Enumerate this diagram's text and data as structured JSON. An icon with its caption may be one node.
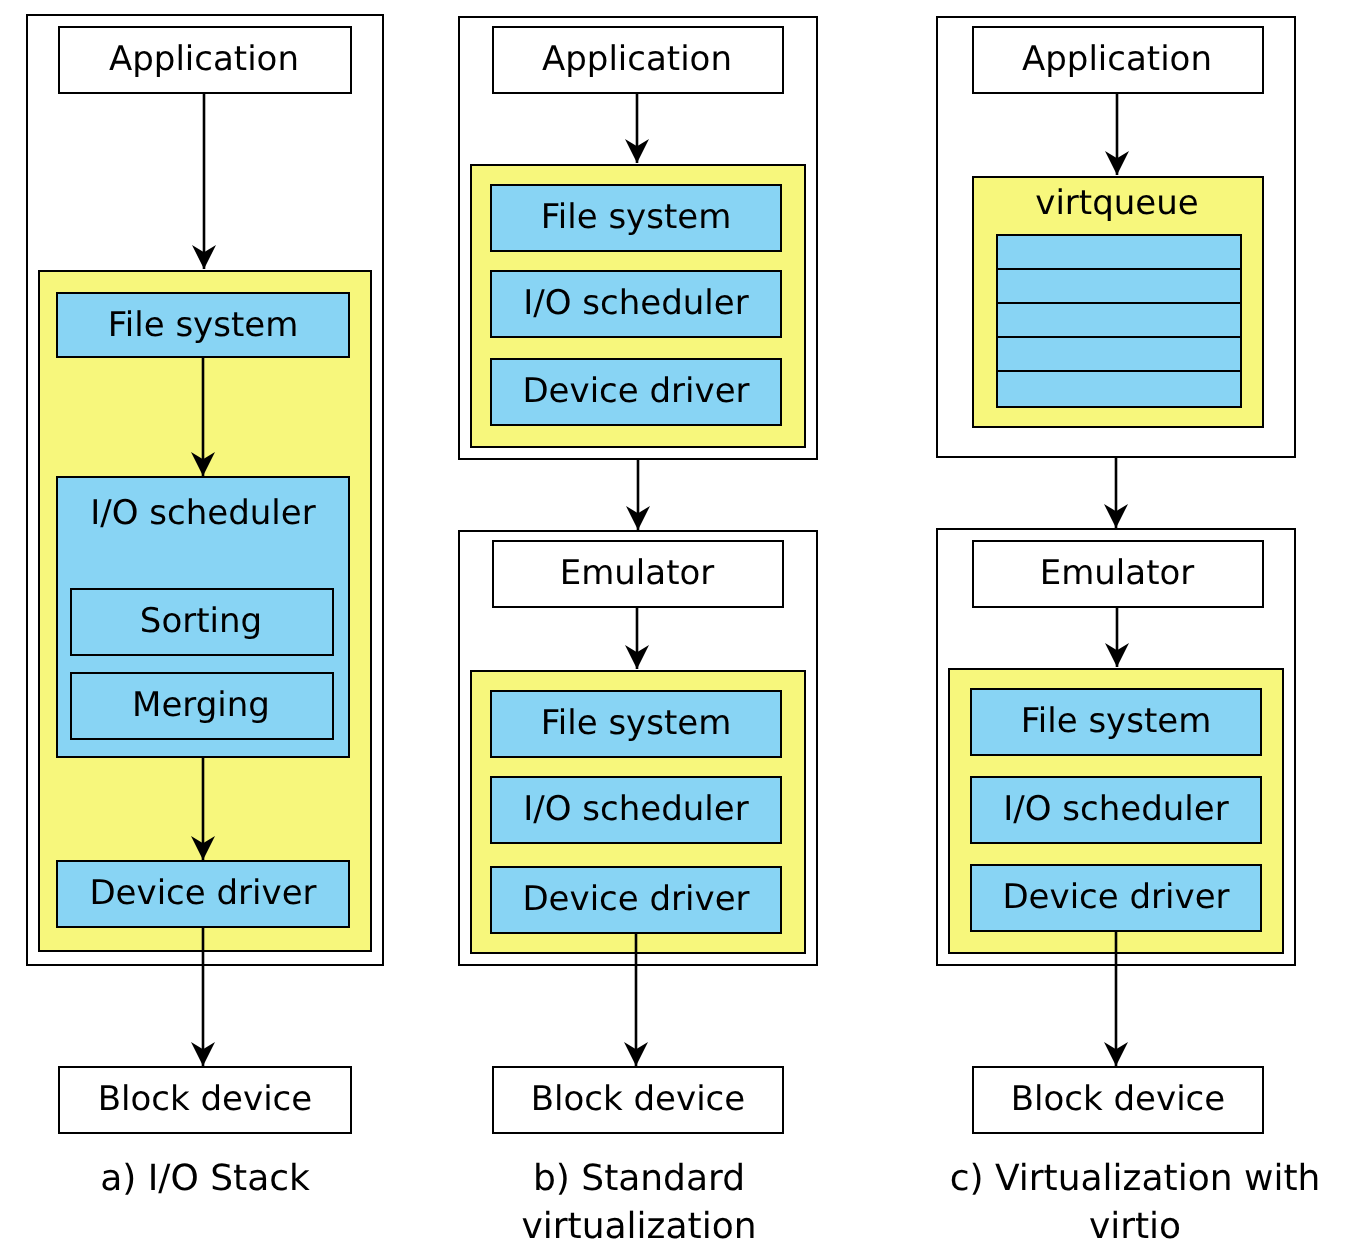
{
  "diagram": {
    "nodes": [
      {
        "text": [],
        "shape": "box"
      },
      {
        "text": [
          "Application"
        ],
        "in": 0
      },
      {
        "text": [],
        "shape": "box",
        "in": 0
      },
      {
        "text": [
          "File system"
        ],
        "in": 2
      },
      {
        "text": [
          "I/O scheduler"
        ],
        "in": 2
      },
      {
        "text": [
          "Sorting"
        ],
        "in": 4
      },
      {
        "text": [
          "Merging"
        ],
        "in": 4
      },
      {
        "text": [
          "Device driver"
        ],
        "in": 2
      },
      {
        "text": [
          "Block device"
        ]
      },
      {
        "text": [],
        "shape": "box"
      },
      {
        "text": [
          "Application"
        ],
        "in": 9
      },
      {
        "text": [],
        "shape": "box",
        "in": 9
      },
      {
        "text": [
          "File system"
        ],
        "in": 11
      },
      {
        "text": [
          "I/O scheduler"
        ],
        "in": 11
      },
      {
        "text": [
          "Device driver"
        ],
        "in": 11
      },
      {
        "text": [],
        "shape": "box"
      },
      {
        "text": [
          "Emulator"
        ],
        "in": 15
      },
      {
        "text": [],
        "shape": "box",
        "in": 15
      },
      {
        "text": [
          "File system"
        ],
        "in": 17
      },
      {
        "text": [
          "I/O scheduler"
        ],
        "in": 17
      },
      {
        "text": [
          "Device driver"
        ],
        "in": 17
      },
      {
        "text": [
          "Block device"
        ]
      },
      {
        "text": [],
        "shape": "box"
      },
      {
        "text": [
          "Application"
        ],
        "in": 22
      },
      {
        "text": [
          "virtqueue"
        ],
        "in": 22
      },
      {
        "text": [],
        "shape": "box",
        "in": 24
      },
      {
        "text": [],
        "shape": "box",
        "in": 24
      },
      {
        "text": [],
        "shape": "box",
        "in": 24
      },
      {
        "text": [],
        "shape": "box",
        "in": 24
      },
      {
        "text": [],
        "shape": "box",
        "in": 24
      },
      {
        "text": [],
        "shape": "box"
      },
      {
        "text": [
          "Emulator"
        ],
        "in": 30
      },
      {
        "text": [],
        "shape": "box",
        "in": 30
      },
      {
        "text": [
          "File system"
        ],
        "in": 32
      },
      {
        "text": [
          "I/O scheduler"
        ],
        "in": 32
      },
      {
        "text": [
          "Device driver"
        ],
        "in": 32
      },
      {
        "text": [
          "Block device"
        ]
      }
    ],
    "edges": [
      {
        "from": 1,
        "to": 2,
        "arrow": "to"
      },
      {
        "from": 3,
        "to": 4,
        "arrow": "to"
      },
      {
        "from": 4,
        "to": 7,
        "arrow": "to"
      },
      {
        "from": 7,
        "to": 8,
        "arrow": "to"
      },
      {
        "from": 10,
        "to": 11,
        "arrow": "to"
      },
      {
        "from": 9,
        "to": 15,
        "arrow": "to"
      },
      {
        "from": 16,
        "to": 17,
        "arrow": "to"
      },
      {
        "from": 20,
        "to": 21,
        "arrow": "to"
      },
      {
        "from": 23,
        "to": 24,
        "arrow": "to"
      },
      {
        "from": 22,
        "to": 30,
        "arrow": "to"
      },
      {
        "from": 31,
        "to": 32,
        "arrow": "to"
      },
      {
        "from": 35,
        "to": 36,
        "arrow": "to"
      }
    ],
    "labels": [
      "a) I/O Stack",
      "b) Standard virtualization",
      "c) Virtualization with virtio"
    ]
  }
}
